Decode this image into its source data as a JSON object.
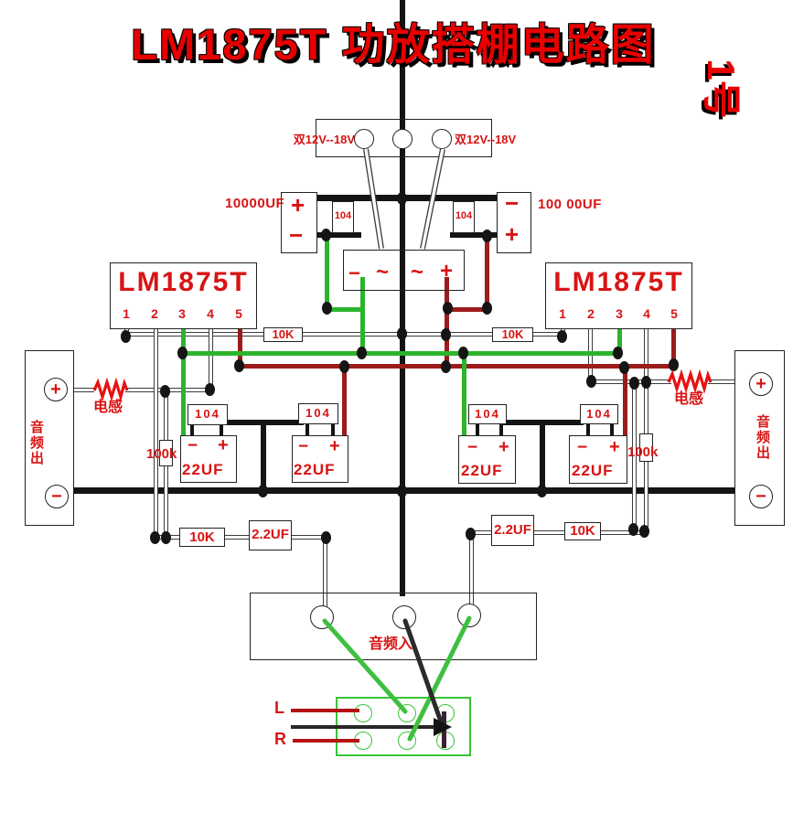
{
  "title": "LM1875T 功放搭棚电路图",
  "badge": "1号",
  "power_input": {
    "label_left": "双12V--18V",
    "label_right": "双12V--18V"
  },
  "filter_caps": {
    "left": {
      "label": "10000UF",
      "top_sign": "+",
      "bottom_sign": "−"
    },
    "right": {
      "label": "100 00UF",
      "top_sign": "−",
      "bottom_sign": "+"
    },
    "bypass_left": "104",
    "bypass_right": "104"
  },
  "bridge": {
    "terminals": [
      "−",
      "~",
      "~",
      "+"
    ]
  },
  "chips": {
    "left": {
      "name": "LM1875T",
      "pins": [
        "1",
        "2",
        "3",
        "4",
        "5"
      ]
    },
    "right": {
      "name": "LM1875T",
      "pins": [
        "1",
        "2",
        "3",
        "4",
        "5"
      ]
    }
  },
  "resistors": {
    "bias_left": "10K",
    "bias_right": "10K",
    "feedback_left": "100k",
    "feedback_right": "100k",
    "input_left": "10K",
    "input_right": "10K"
  },
  "capacitors": {
    "input_left": "2.2UF",
    "input_right": "2.2UF",
    "decoupling": [
      {
        "film": "104",
        "electrolytic": "22UF",
        "minus": "−",
        "plus": "+"
      },
      {
        "film": "104",
        "electrolytic": "22UF",
        "minus": "−",
        "plus": "+"
      },
      {
        "film": "104",
        "electrolytic": "22UF",
        "minus": "−",
        "plus": "+"
      },
      {
        "film": "104",
        "electrolytic": "22UF",
        "minus": "−",
        "plus": "+"
      }
    ]
  },
  "inductors": {
    "left": "电感",
    "right": "电感"
  },
  "audio_out": {
    "left": {
      "label": "音频出",
      "plus": "+",
      "minus": "−"
    },
    "right": {
      "label": "音频出",
      "plus": "+",
      "minus": "−"
    }
  },
  "audio_in": {
    "label": "音频入"
  },
  "source_connector": {
    "left_channel": "L",
    "right_channel": "R"
  },
  "colors": {
    "wire_positive": "#9c1b1b",
    "wire_negative": "#2cb42c",
    "signal_green": "#3fbf3f",
    "label_red": "#d81414",
    "title_red": "#e80000"
  }
}
